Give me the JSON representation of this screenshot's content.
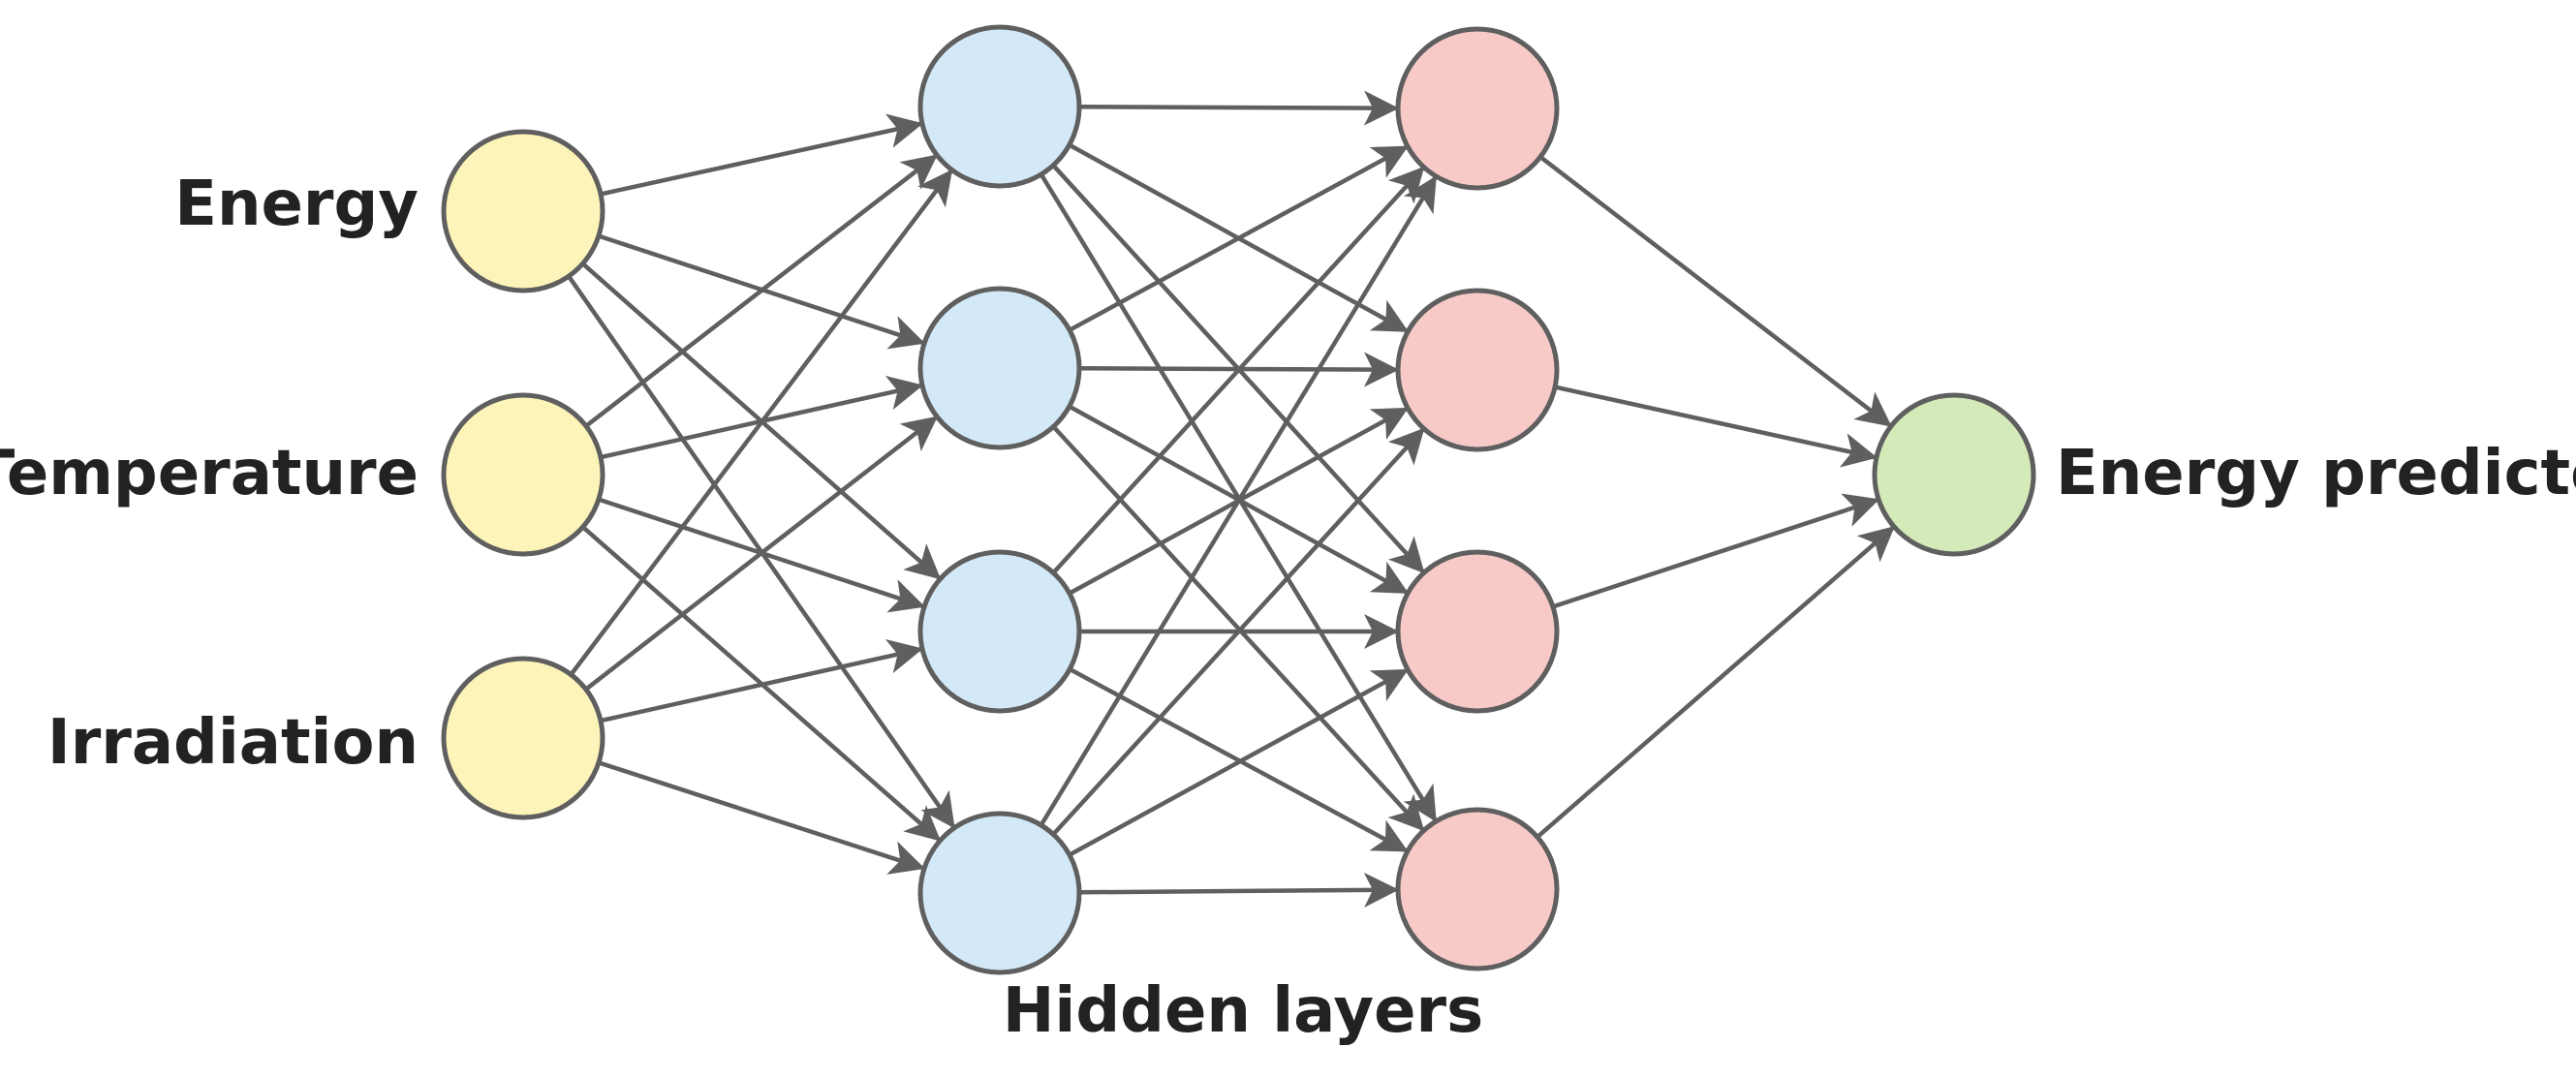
{
  "diagram": {
    "layers": [
      {
        "name": "input",
        "nodes": [
          {
            "id": "in-energy",
            "label": "Energy"
          },
          {
            "id": "in-temperature",
            "label": "Temperature"
          },
          {
            "id": "in-irradiation",
            "label": "Irradiation"
          }
        ]
      },
      {
        "name": "hidden-1",
        "nodes": [
          {
            "id": "h1-1",
            "label": ""
          },
          {
            "id": "h1-2",
            "label": ""
          },
          {
            "id": "h1-3",
            "label": ""
          },
          {
            "id": "h1-4",
            "label": ""
          }
        ]
      },
      {
        "name": "hidden-2",
        "nodes": [
          {
            "id": "h2-1",
            "label": ""
          },
          {
            "id": "h2-2",
            "label": ""
          },
          {
            "id": "h2-3",
            "label": ""
          },
          {
            "id": "h2-4",
            "label": ""
          }
        ]
      },
      {
        "name": "output",
        "nodes": [
          {
            "id": "out-energy",
            "label": "Energy predicted"
          }
        ]
      }
    ],
    "hidden_layers_caption": "Hidden layers",
    "connectivity": "fully-connected",
    "colors": {
      "input": "#fdf4b9",
      "hidden1": "#d3e9f8",
      "hidden2": "#f8cac7",
      "output": "#d5eab9",
      "stroke": "#5f5f5f",
      "text": "#222222"
    }
  }
}
